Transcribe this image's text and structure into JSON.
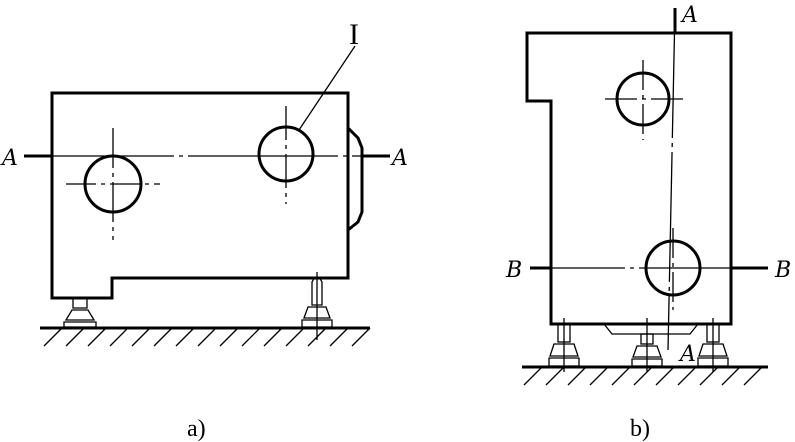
{
  "figure_a": {
    "caption": "a)",
    "axis_label_left": "A",
    "axis_label_right": "A",
    "detail_label": "I"
  },
  "figure_b": {
    "caption": "b)",
    "axis_a_top": "A",
    "axis_a_bottom": "A",
    "axis_b_left": "B",
    "axis_b_right": "B"
  }
}
